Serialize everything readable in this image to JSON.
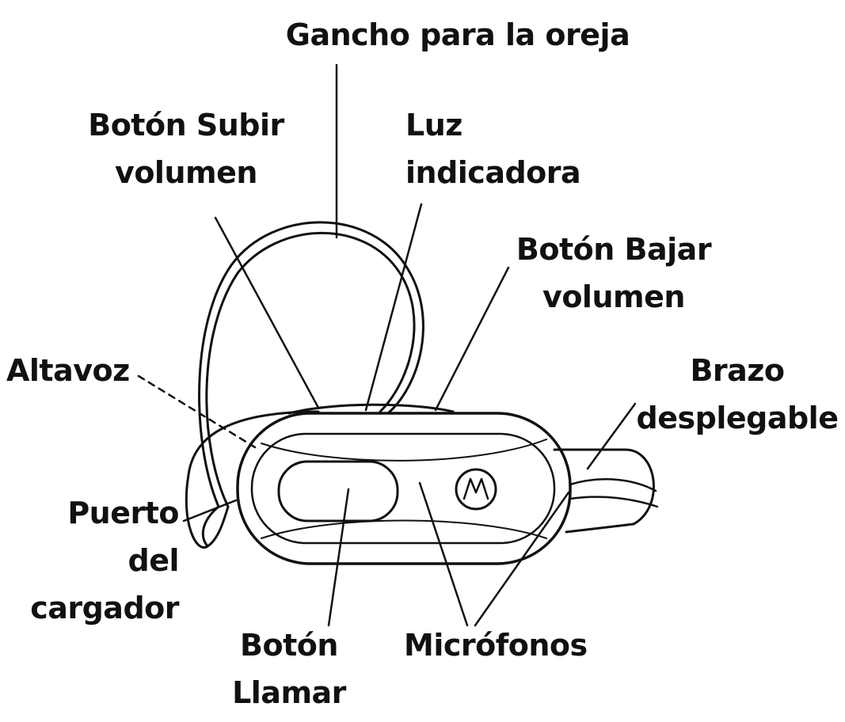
{
  "labels": {
    "ear_hook": "Gancho para la oreja",
    "volume_up": [
      "Botón Subir",
      "volumen"
    ],
    "indicator_light": [
      "Luz",
      "indicadora"
    ],
    "volume_down": [
      "Botón Bajar",
      "volumen"
    ],
    "speaker": "Altavoz",
    "boom_arm": [
      "Brazo",
      "desplegable"
    ],
    "charger_port": [
      "Puerto",
      "del",
      "cargador"
    ],
    "call_button": [
      "Botón",
      "Llamar"
    ],
    "microphones": "Micrófonos"
  },
  "colors": {
    "ink": "#111111",
    "background": "#ffffff"
  }
}
